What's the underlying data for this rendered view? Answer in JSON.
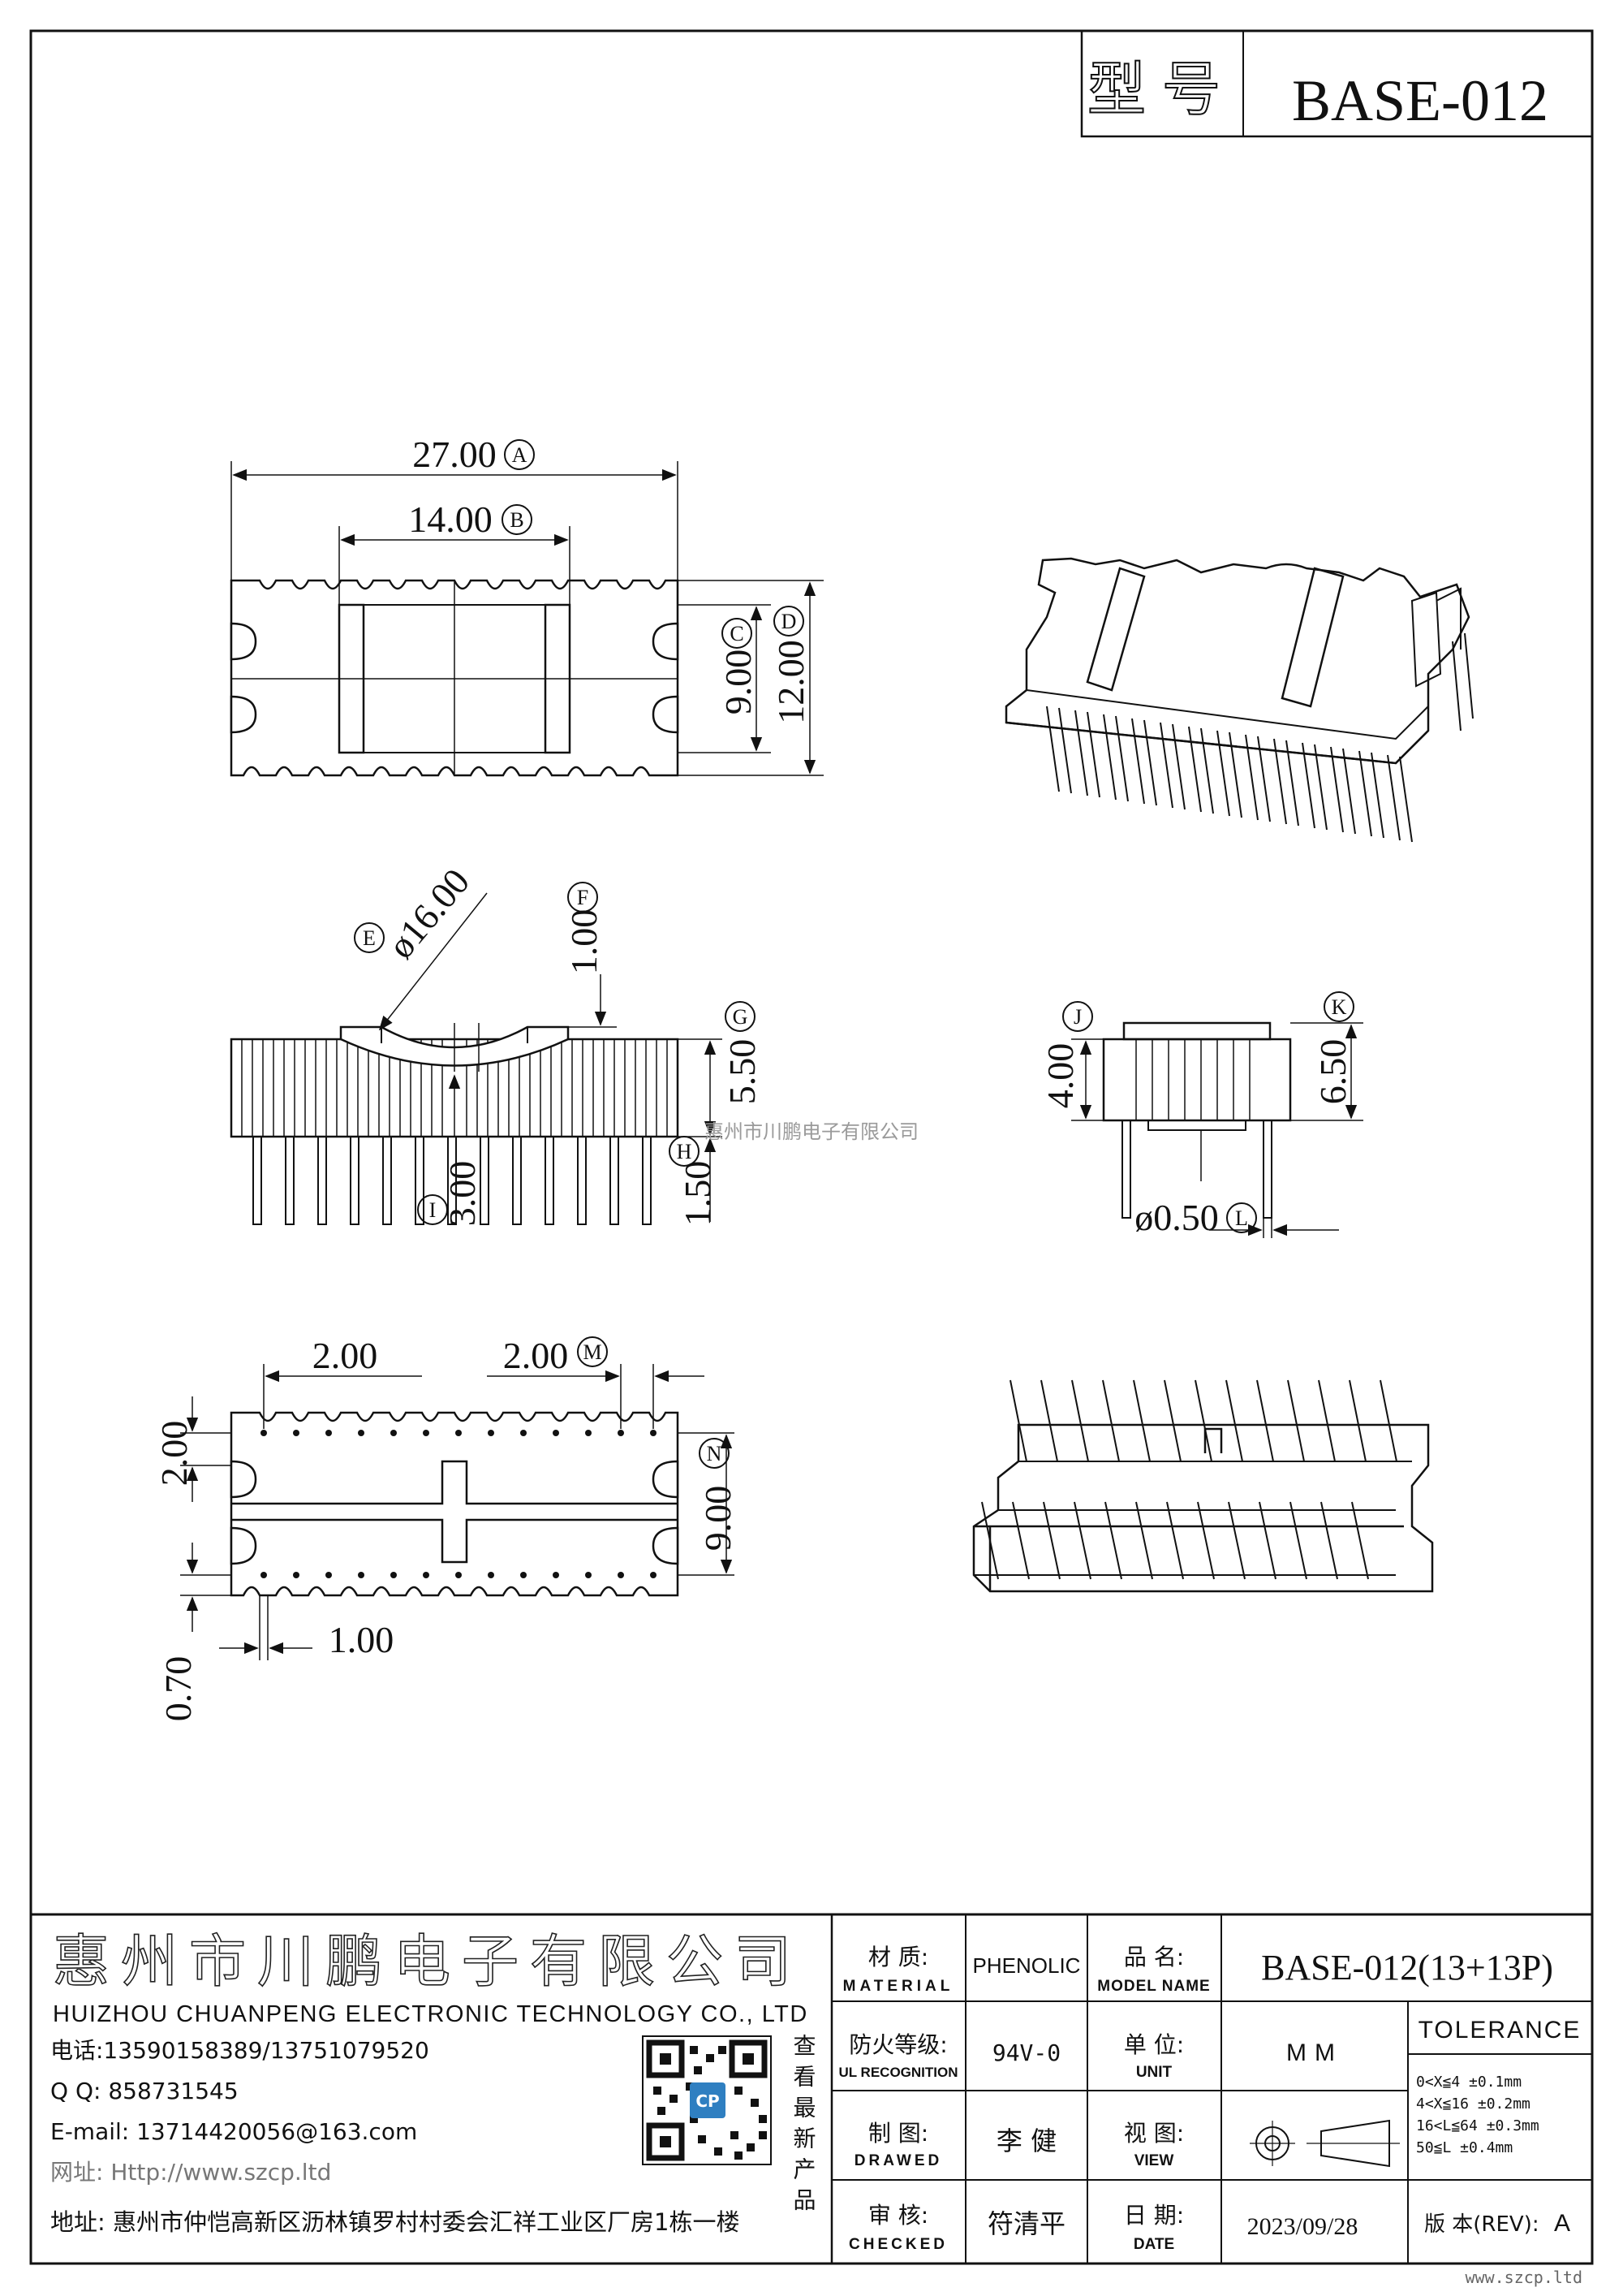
{
  "header": {
    "model_label": "型号",
    "model_value": "BASE-012"
  },
  "dimensions": {
    "A": "27.00",
    "B": "14.00",
    "C": "9.00",
    "D": "12.00",
    "E": "ø16.00",
    "F": "1.00",
    "G": "5.50",
    "H": "1.50",
    "I": "3.00",
    "J": "4.00",
    "K": "6.50",
    "L": "ø0.50",
    "M_left": "2.00",
    "M": "2.00",
    "N": "9.00",
    "pitch_v": "2.00",
    "pin_w": "1.00",
    "offset": "0.70"
  },
  "markers": {
    "A": "A",
    "B": "B",
    "C": "C",
    "D": "D",
    "E": "E",
    "F": "F",
    "G": "G",
    "H": "H",
    "I": "I",
    "J": "J",
    "K": "K",
    "L": "L",
    "M": "M",
    "N": "N"
  },
  "watermark": "惠州市川鹏电子有限公司",
  "company": {
    "name_cn": "惠州市川鹏电子有限公司",
    "name_en": "HUIZHOU CHUANPENG ELECTRONIC TECHNOLOGY CO., LTD",
    "phone": "电话:13590158389/13751079520",
    "qq": "Q Q:  858731545",
    "email": "E-mail: 13714420056@163.com",
    "website": "网址: Http://www.szcp.ltd",
    "address": "地址: 惠州市仲恺高新区沥林镇罗村村委会汇祥工业区厂房1栋一楼",
    "qr_caption": "查看最新产品",
    "qr_logo": "CP"
  },
  "table": {
    "material_label_cn": "材 质:",
    "material_label_en": "MATERIAL",
    "material_value": "PHENOLIC",
    "name_label_cn": "品 名:",
    "name_label_en": "MODEL NAME",
    "name_value": "BASE-012(13+13P)",
    "ul_label_cn": "防火等级:",
    "ul_label_en": "UL RECOGNITION",
    "ul_value": "94V-0",
    "unit_label_cn": "单 位:",
    "unit_label_en": "UNIT",
    "unit_value": "MM",
    "tolerance_label": "TOLERANCE",
    "tolerance_rows": [
      "0<X≦4    ±0.1mm",
      "4<X≦16   ±0.2mm",
      "16<L≦64 ±0.3mm",
      "50≦L     ±0.4mm"
    ],
    "drawn_label_cn": "制 图:",
    "drawn_label_en": "DRAWED",
    "drawn_value": "李 健",
    "view_label_cn": "视 图:",
    "view_label_en": "VIEW",
    "checked_label_cn": "审 核:",
    "checked_label_en": "CHECKED",
    "checked_value": "符清平",
    "date_label_cn": "日 期:",
    "date_label_en": "DATE",
    "date_value": "2023/09/28",
    "rev_label": "版 本(REV):",
    "rev_value": "A"
  },
  "footer_url": "www.szcp.ltd"
}
